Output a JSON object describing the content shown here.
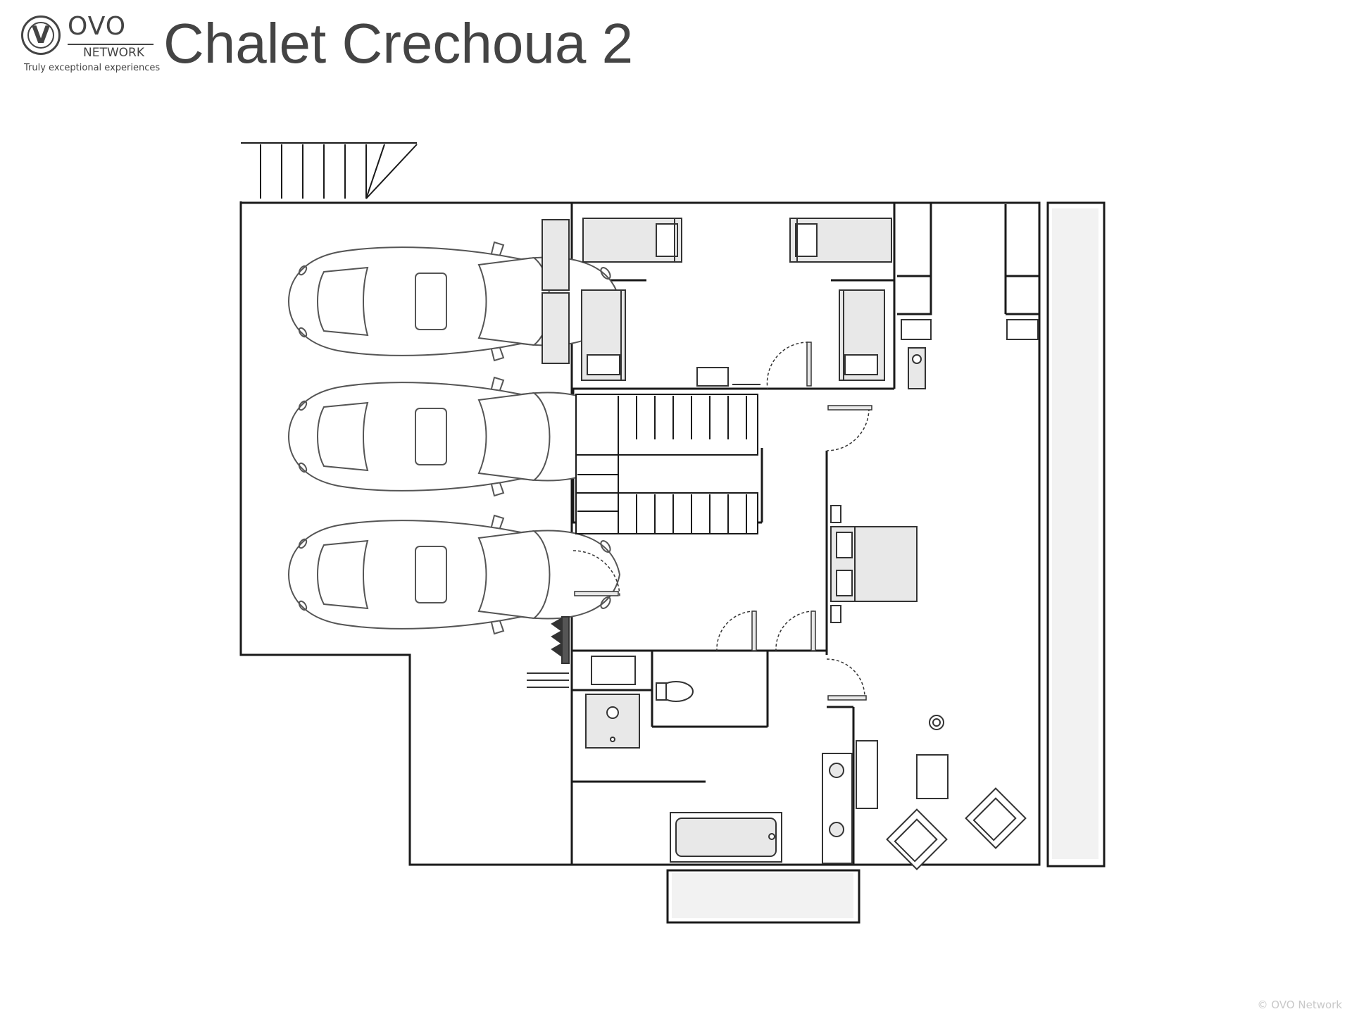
{
  "brand": {
    "logo_mark": "V",
    "name": "OVO",
    "sub": "NETWORK",
    "tagline": "Truly exceptional experiences"
  },
  "page": {
    "title": "Chalet Crechoua 2"
  },
  "footer": {
    "copyright": "© OVO Network"
  },
  "colors": {
    "wall": "#1a1a1a",
    "furniture_fill": "#e8e8e8",
    "outline": "#555555",
    "text": "#444444"
  },
  "icons": [
    "car-icon",
    "bed-icon",
    "toilet-icon",
    "bathtub-icon",
    "sink-icon",
    "armchair-icon",
    "baby-cot-icon",
    "ski-rack-icon",
    "stairs-icon"
  ]
}
